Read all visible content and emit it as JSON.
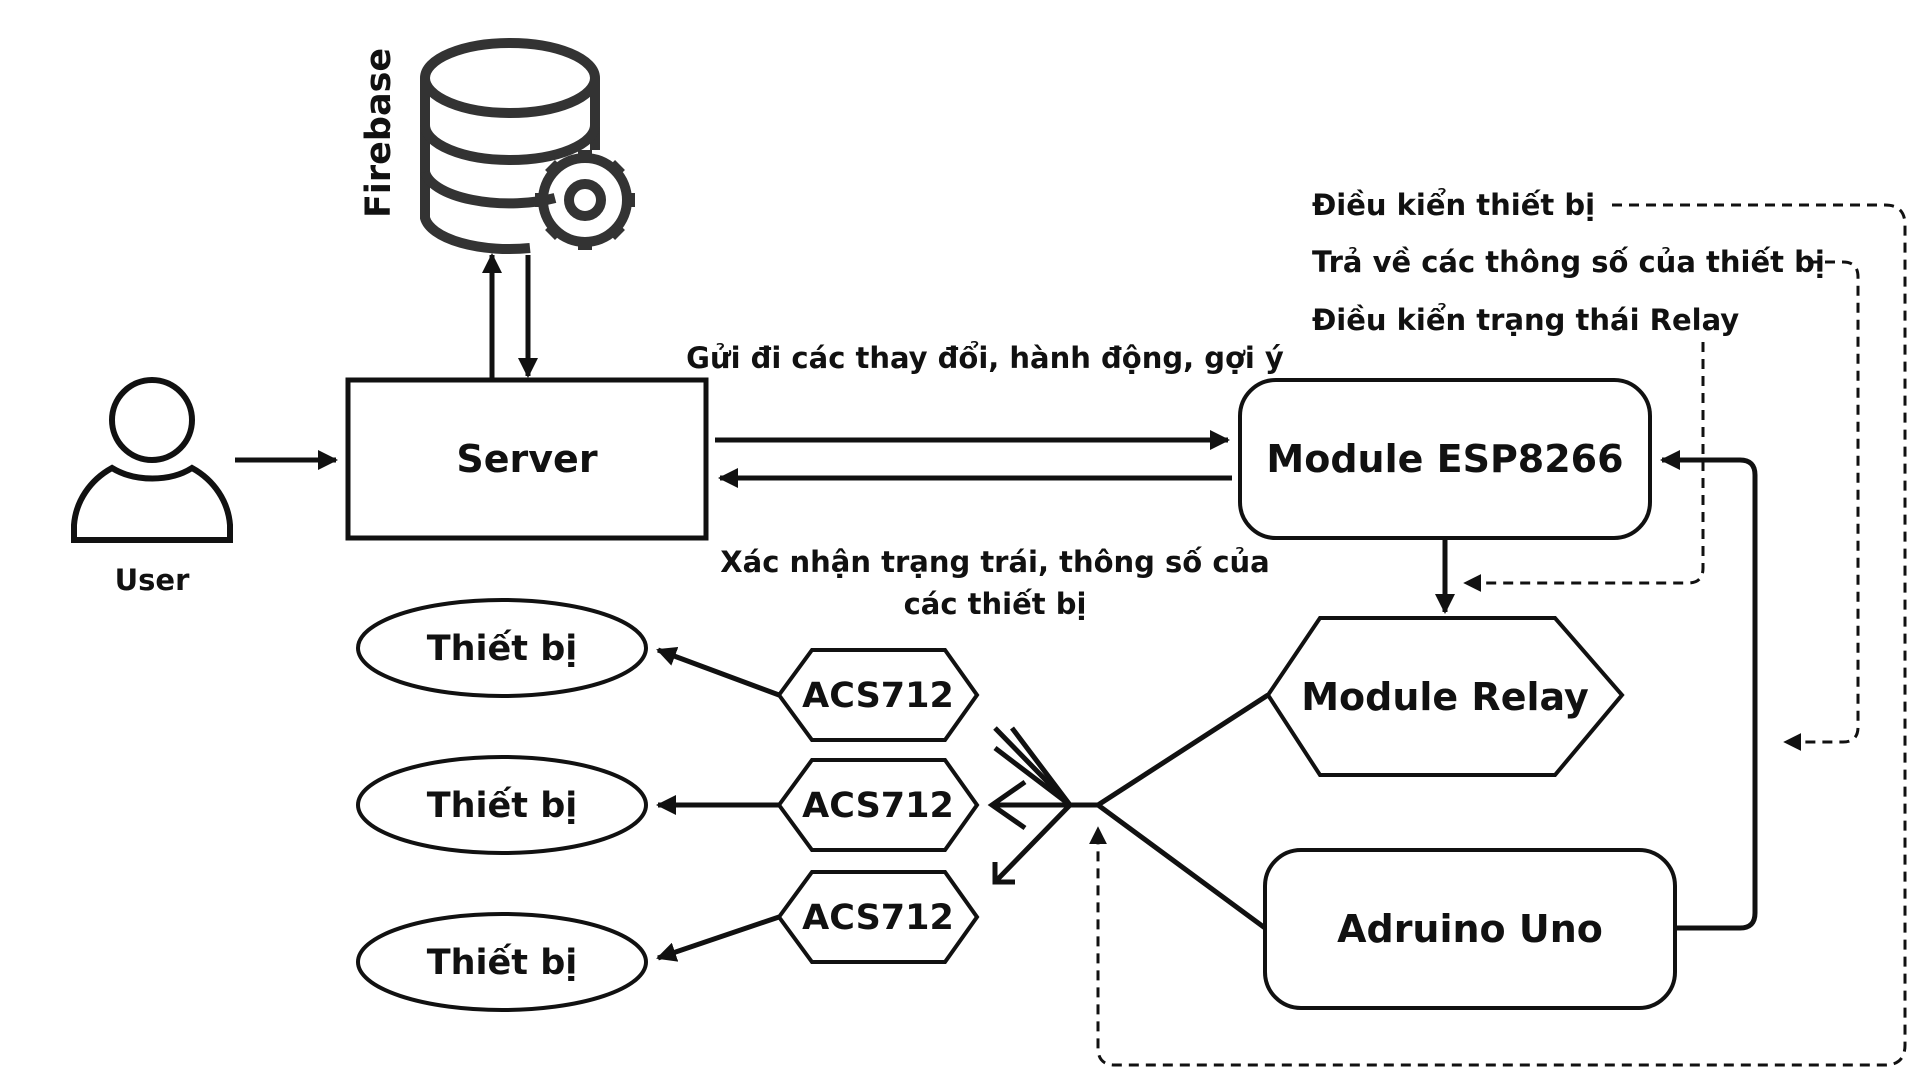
{
  "nodes": {
    "firebase": "Firebase",
    "user": "User",
    "server": "Server",
    "esp": "Module ESP8266",
    "relay": "Module Relay",
    "arduino": "Adruino Uno",
    "device_1": "Thiết bị",
    "device_2": "Thiết bị",
    "device_3": "Thiết bị",
    "sensor_1": "ACS712",
    "sensor_2": "ACS712",
    "sensor_3": "ACS712"
  },
  "edge_labels": {
    "server_to_esp": "Gửi đi các thay đổi, hành động, gợi ý",
    "esp_to_server_line1": "Xác nhận trạng trái, thông số của",
    "esp_to_server_line2": "các thiết bị"
  },
  "legend": {
    "control_device": "Điều kiển thiết bị",
    "return_params": "Trả về các thông số của thiết bị",
    "control_relay": "Điều kiển trạng thái Relay"
  },
  "colors": {
    "stroke": "#111111",
    "background": "#ffffff",
    "icon": "#333333"
  }
}
